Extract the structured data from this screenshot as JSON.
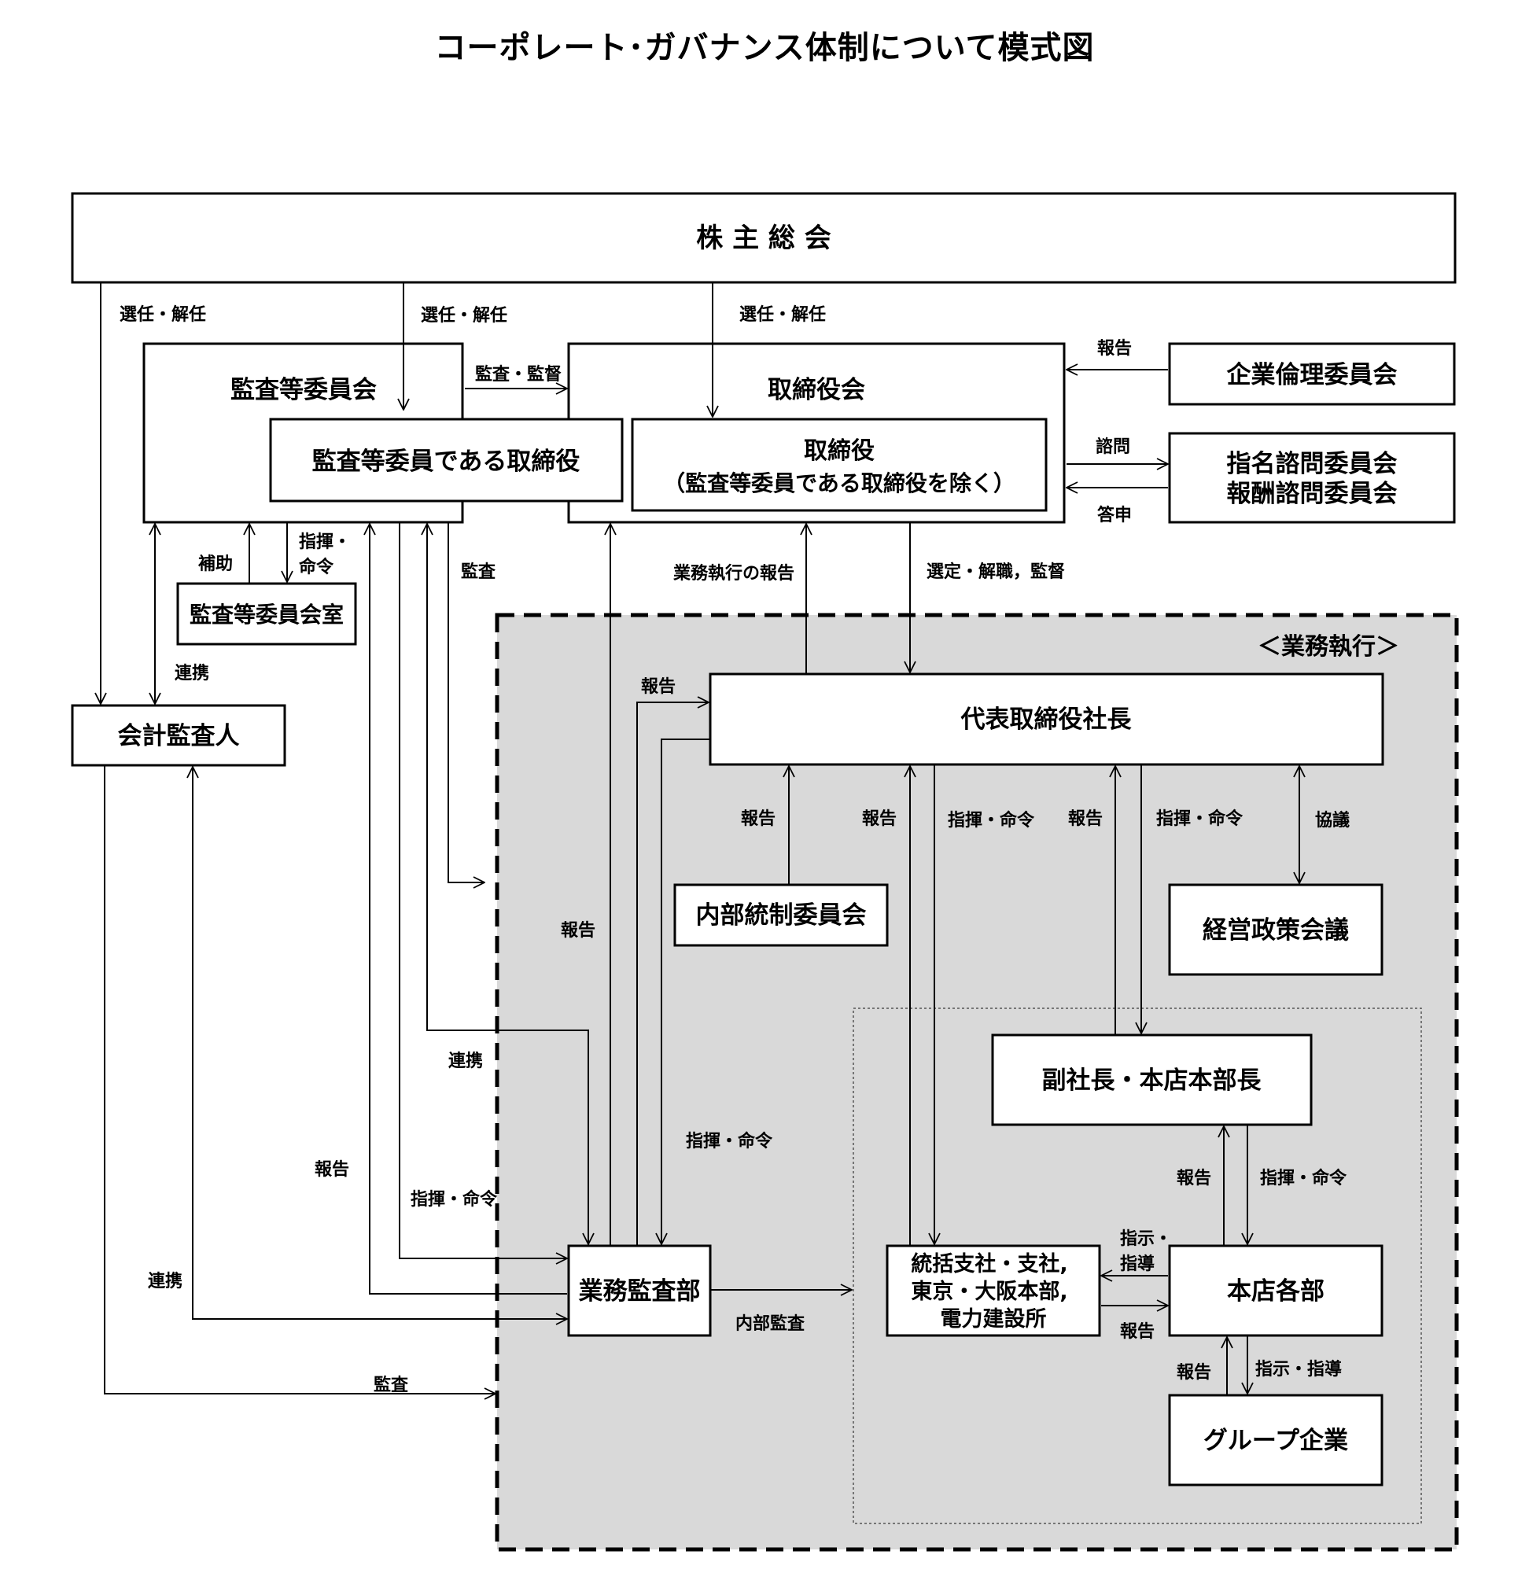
{
  "title": "コーポレート･ガバナンス体制について模式図",
  "boxes": {
    "shareholders": "株 主 総 会",
    "audit_committee": "監査等委員会",
    "audit_directors": "監査等委員である取締役",
    "board": "取締役会",
    "directors_line1": "取締役",
    "directors_line2": "（監査等委員である取締役を除く）",
    "ethics_committee": "企業倫理委員会",
    "nomination_line1": "指名諮問委員会",
    "nomination_line2": "報酬諮問委員会",
    "audit_office": "監査等委員会室",
    "accounting_auditor": "会計監査人",
    "business_execution": "＜業務執行＞",
    "president": "代表取締役社長",
    "internal_control": "内部統制委員会",
    "management_policy": "経営政策会議",
    "vice_president": "副社長・本店本部長",
    "operations_audit": "業務監査部",
    "branches_line1": "統括支社・支社,",
    "branches_line2": "東京・大阪本部,",
    "branches_line3": "電力建設所",
    "hq_departments": "本店各部",
    "group_companies": "グループ企業"
  },
  "labels": {
    "elect1": "選任・解任",
    "elect2": "選任・解任",
    "elect3": "選任・解任",
    "audit_supervise": "監査・監督",
    "report_ethics": "報告",
    "consult": "諮問",
    "answer": "答申",
    "assist": "補助",
    "command1a": "指揮・",
    "command1b": "命令",
    "audit1": "監査",
    "biz_report": "業務執行の報告",
    "select_dismiss": "選定・解職，監督",
    "cooperate1": "連携",
    "report1": "報告",
    "report_ic": "報告",
    "report2": "報告",
    "command2": "指揮・命令",
    "report3": "報告",
    "command3": "指揮・命令",
    "discuss": "協議",
    "report4": "報告",
    "cooperate2": "連携",
    "command4": "指揮・命令",
    "report5": "報告",
    "command5": "指揮・命令",
    "cooperate3": "連携",
    "report6": "報告",
    "command6": "指揮・命令",
    "instruct1a": "指示・",
    "instruct1b": "指導",
    "report7": "報告",
    "internal_audit": "内部監査",
    "report8": "報告",
    "instruct2": "指示・指導",
    "audit2": "監査"
  }
}
